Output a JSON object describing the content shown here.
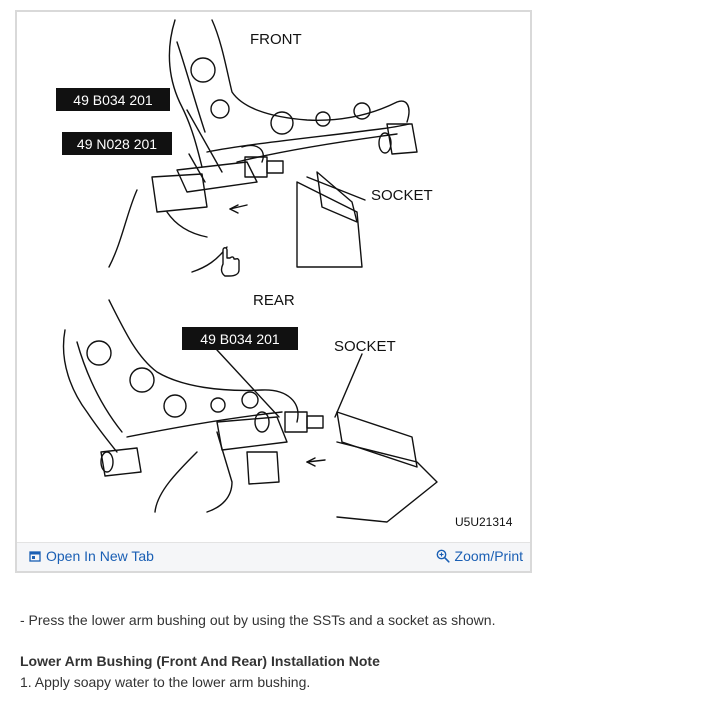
{
  "figure": {
    "front_label": "FRONT",
    "rear_label": "REAR",
    "tool_label_1": "49 B034 201",
    "tool_label_2": "49 N028 201",
    "tool_label_3": "49 B034 201",
    "socket_label_front": "SOCKET",
    "socket_label_rear": "SOCKET",
    "figure_code": "U5U21314"
  },
  "footer": {
    "open_tab_label": "Open In New Tab",
    "zoom_label": "Zoom/Print",
    "link_color": "#1a5fb4"
  },
  "content": {
    "step_text": "-  Press the lower arm bushing out by using the SSTs and a socket as shown.",
    "note_title": "Lower Arm Bushing (Front And Rear) Installation Note",
    "note_step": "1. Apply soapy water to the lower arm bushing."
  }
}
